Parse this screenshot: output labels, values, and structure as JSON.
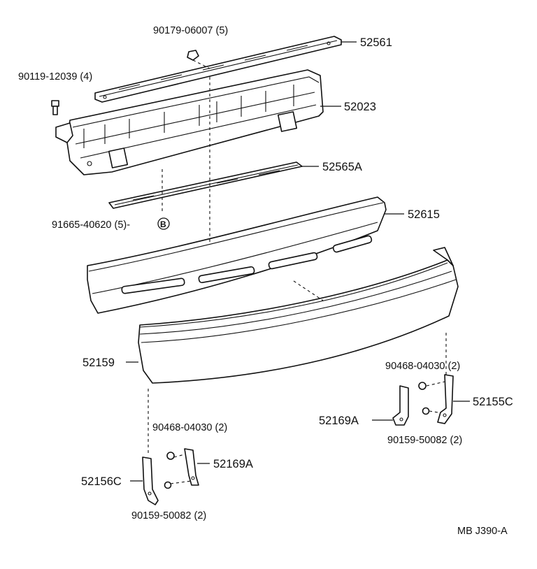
{
  "diagram": {
    "code": "MB J390-A",
    "labels": {
      "p52561": "52561",
      "p52023": "52023",
      "p52565a": "52565A",
      "p52615": "52615",
      "p52159": "52159",
      "p52155c": "52155C",
      "p52169a_right": "52169A",
      "p52156c": "52156C",
      "p52169a_left": "52169A",
      "f90179": "90179-06007 (5)",
      "f90119": "90119-12039 (4)",
      "f91665": "91665-40620 (5)-",
      "f91665_mark": "B",
      "f90468_right": "90468-04030 (2)",
      "f90159_right": "90159-50082 (2)",
      "f90468_left": "90468-04030 (2)",
      "f90159_left": "90159-50082 (2)"
    }
  }
}
